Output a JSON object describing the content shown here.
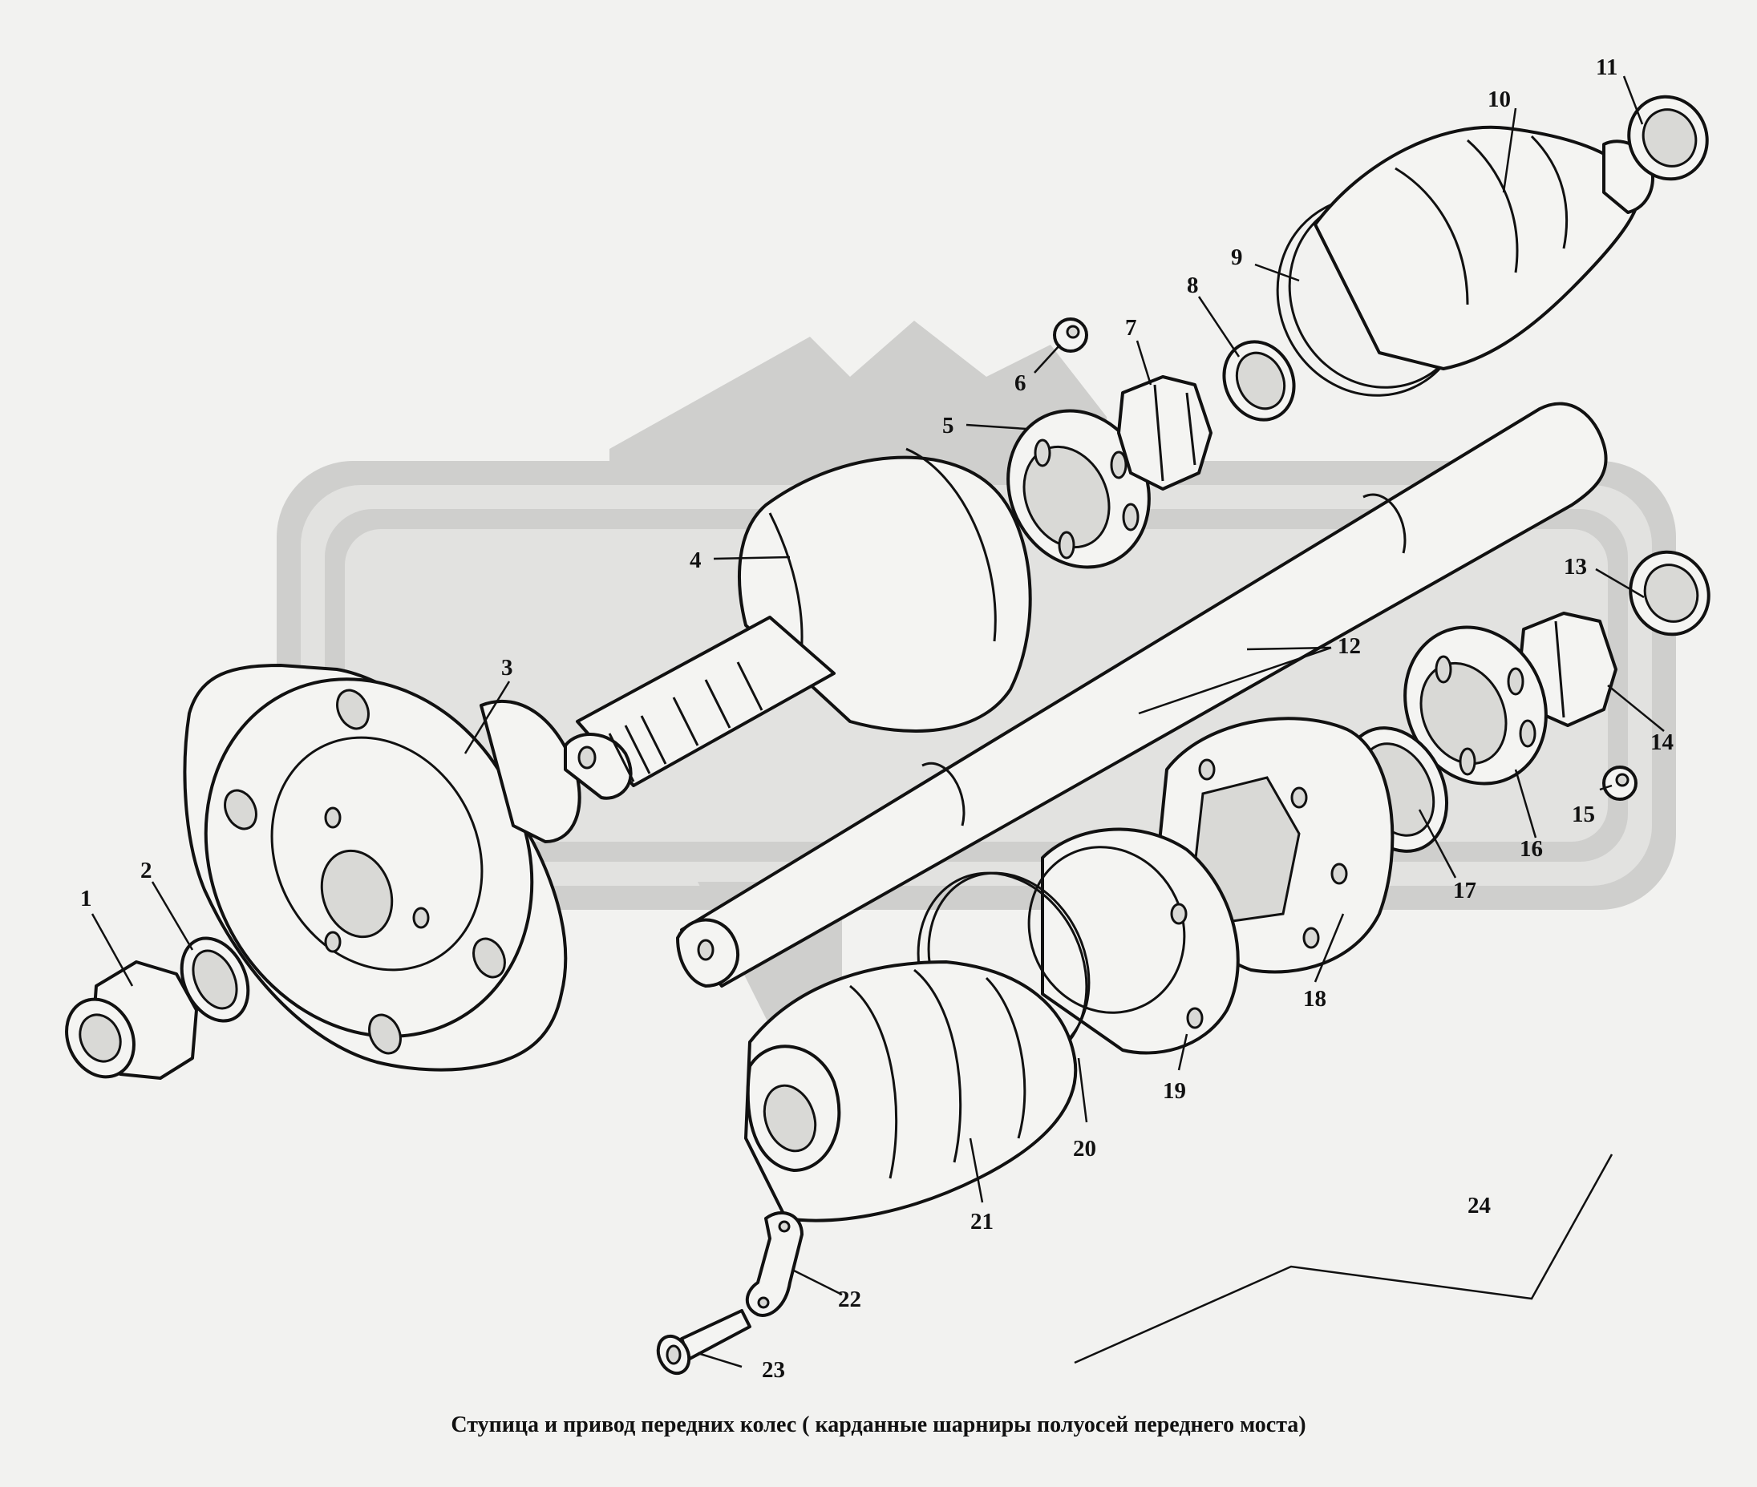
{
  "caption": "Ступица и привод передних колес ( карданные шарниры полуосей переднего моста)",
  "callouts": [
    "1",
    "2",
    "3",
    "4",
    "5",
    "6",
    "7",
    "8",
    "9",
    "10",
    "11",
    "12",
    "13",
    "14",
    "15",
    "16",
    "17",
    "18",
    "19",
    "20",
    "21",
    "22",
    "23",
    "24"
  ],
  "colors": {
    "background": "#f2f2f0",
    "line": "#111111",
    "watermark": "#cfcfcd"
  }
}
